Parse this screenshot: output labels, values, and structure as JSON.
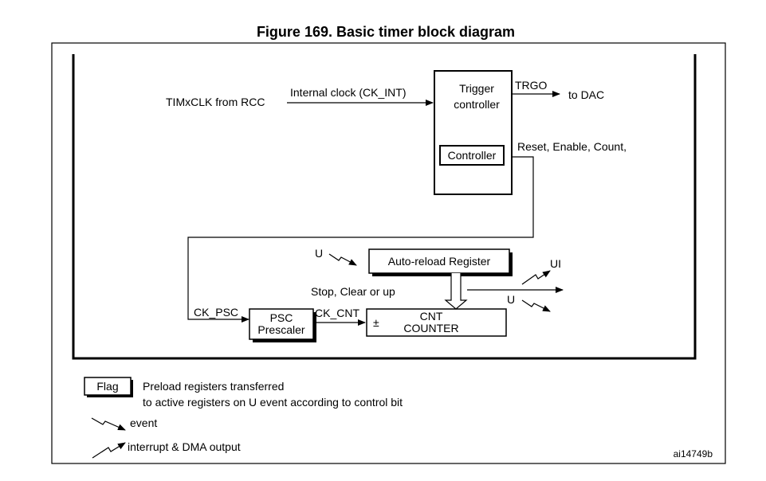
{
  "figure": {
    "title": "Figure 169. Basic timer block diagram",
    "id_code": "ai14749b"
  },
  "signals": {
    "timx_clk": "TIMxCLK from RCC",
    "internal_clock": "Internal clock (CK_INT)",
    "trgo": "TRGO",
    "to_dac": "to DAC",
    "reset_enable_count": "Reset, Enable, Count,",
    "ck_psc": "CK_PSC",
    "ck_cnt": "CK_CNT",
    "stop_clear_up": "Stop, Clear or up",
    "u_event_in": "U",
    "ui_output": "UI",
    "u_output": "U"
  },
  "blocks": {
    "trigger_controller": [
      "Trigger",
      "controller"
    ],
    "controller": "Controller",
    "auto_reload": "Auto-reload Register",
    "psc": [
      "PSC",
      "Prescaler"
    ],
    "counter_sign": "±",
    "counter": [
      "CNT",
      "COUNTER"
    ]
  },
  "legend": {
    "flag_box": "Flag",
    "flag_text": [
      "Preload registers transferred",
      "to active registers on U event according to control bit"
    ],
    "event": "event",
    "interrupt": "interrupt & DMA output"
  }
}
